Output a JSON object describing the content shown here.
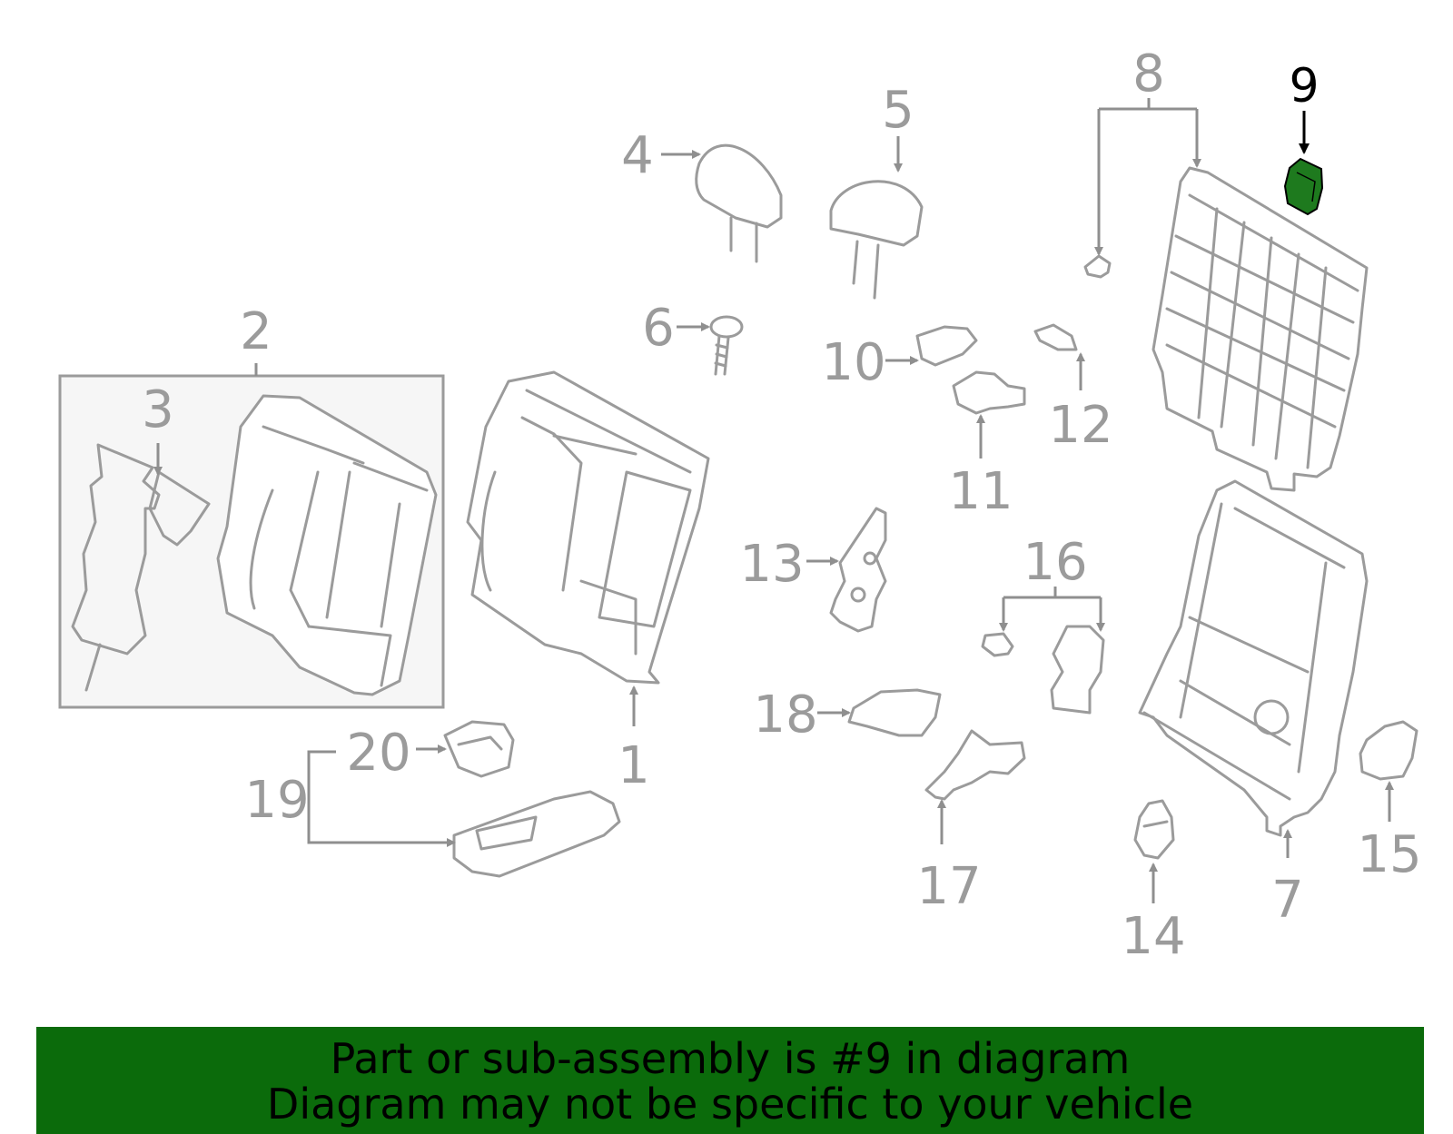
{
  "callouts": [
    "1",
    "2",
    "3",
    "4",
    "5",
    "6",
    "7",
    "8",
    "9",
    "10",
    "11",
    "12",
    "13",
    "14",
    "15",
    "16",
    "17",
    "18",
    "19",
    "20"
  ],
  "highlighted_part": "9",
  "colors": {
    "part_stroke": "#9b9b9b",
    "highlight_fill": "#1e7a1e",
    "highlight_label": "#000000",
    "banner_bg": "#0b6b0b"
  },
  "banner": {
    "line1": "Part or sub-assembly is #9 in diagram",
    "line2": "Diagram may not be specific to your vehicle"
  }
}
